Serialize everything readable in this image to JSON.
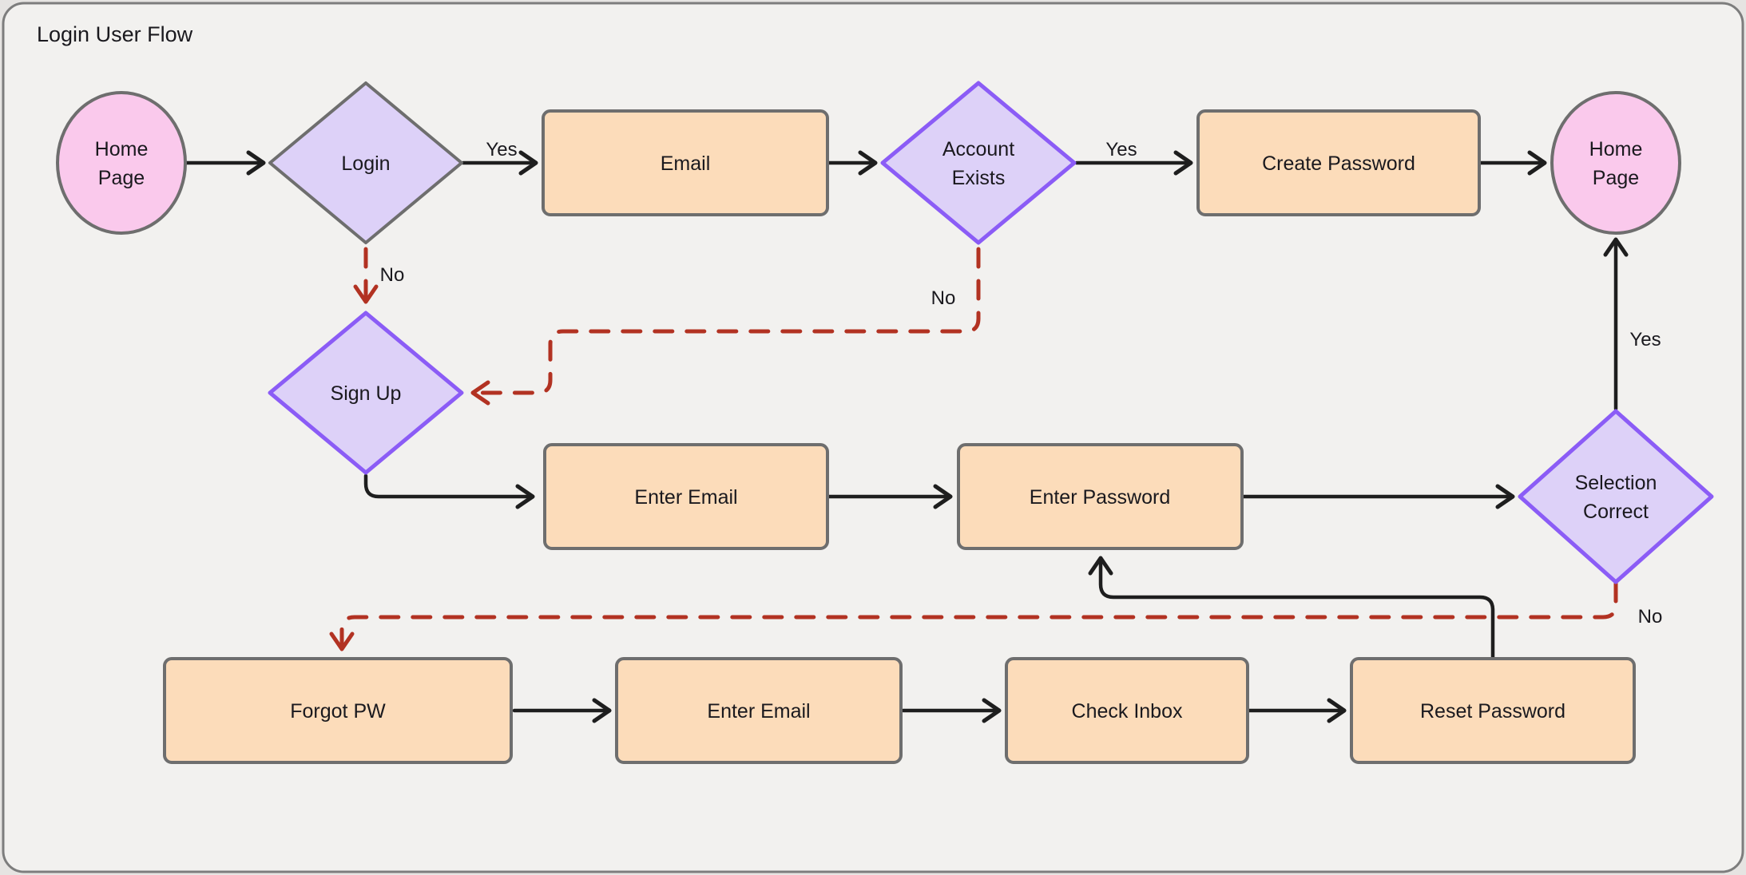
{
  "title": "Login User Flow",
  "colors": {
    "page_bg": "#e6e4e2",
    "canvas_bg": "#f2f1ef",
    "frame_border": "#7d7d7d",
    "node_border_gray": "#6e6e6e",
    "node_border_violet": "#8b5cf6",
    "fill_pink": "#fac9ec",
    "fill_purple": "#ddd1f8",
    "fill_orange": "#fcdcba",
    "edge_black": "#1e1e1e",
    "edge_red": "#b23222",
    "text": "#1a191e"
  },
  "nodes": {
    "home_start": {
      "shape": "circle",
      "lines": [
        "Home",
        "Page"
      ]
    },
    "login": {
      "shape": "diamond",
      "lines": [
        "Login"
      ]
    },
    "email": {
      "shape": "rect",
      "lines": [
        "Email"
      ]
    },
    "account_exists": {
      "shape": "diamond",
      "lines": [
        "Account",
        "Exists"
      ]
    },
    "create_password": {
      "shape": "rect",
      "lines": [
        "Create Password"
      ]
    },
    "home_end": {
      "shape": "circle",
      "lines": [
        "Home",
        "Page"
      ]
    },
    "sign_up": {
      "shape": "diamond",
      "lines": [
        "Sign Up"
      ]
    },
    "enter_email_login": {
      "shape": "rect",
      "lines": [
        "Enter Email"
      ]
    },
    "enter_password": {
      "shape": "rect",
      "lines": [
        "Enter Password"
      ]
    },
    "selection_correct": {
      "shape": "diamond",
      "lines": [
        "Selection",
        "Correct"
      ]
    },
    "forgot_pw": {
      "shape": "rect",
      "lines": [
        "Forgot PW"
      ]
    },
    "enter_email_reset": {
      "shape": "rect",
      "lines": [
        "Enter Email"
      ]
    },
    "check_inbox": {
      "shape": "rect",
      "lines": [
        "Check Inbox"
      ]
    },
    "reset_password": {
      "shape": "rect",
      "lines": [
        "Reset Password"
      ]
    }
  },
  "edge_labels": {
    "login_yes": "Yes",
    "login_no": "No",
    "account_yes": "Yes",
    "account_no": "No",
    "selection_yes": "Yes",
    "selection_no": "No"
  }
}
